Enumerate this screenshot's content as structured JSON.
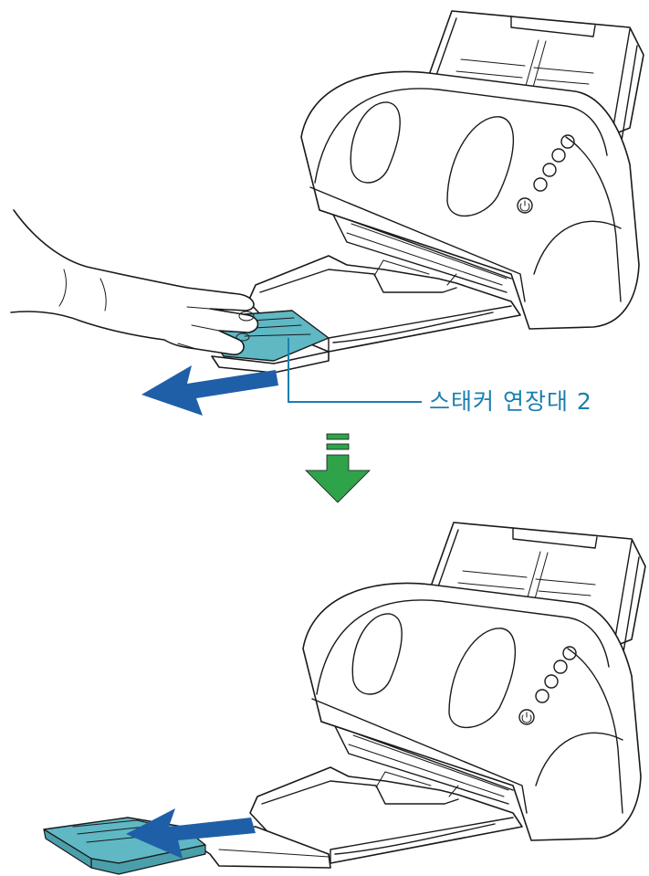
{
  "callout": {
    "label": "스태커 연장대 2"
  },
  "colors": {
    "highlight": "#5fb8c4",
    "arrow_blue": "#1f5fa8",
    "arrow_green": "#2ea34a",
    "callout": "#1a7fb0"
  },
  "icons": [
    "scanner-illustration",
    "hand-illustration",
    "pull-arrow",
    "down-arrow",
    "power-button-icon"
  ]
}
